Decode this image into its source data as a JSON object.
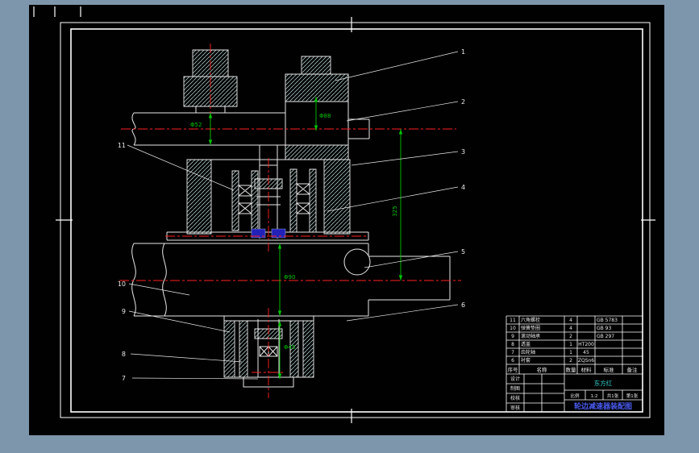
{
  "colors": {
    "background": "#7E96AC",
    "sheet": "#010101",
    "outline": "#E8E8E8",
    "hatch": "#BFE0E0",
    "centerline_red": "#FF2020",
    "dimension_green": "#00C400",
    "part_blue": "#2222B8",
    "title_blue": "#4A5CF0",
    "company_cyan": "#35D8D8"
  },
  "drawing": {
    "dimensions": {
      "shaft": "Φ52",
      "gear": "Φ88",
      "center_distance": "325",
      "axle": "Φ90",
      "hub": "Φ45"
    },
    "callouts": {
      "right": [
        "1",
        "2",
        "3",
        "4",
        "5",
        "6"
      ],
      "left": [
        "11",
        "10",
        "9",
        "8",
        "7"
      ]
    }
  },
  "parts_list": {
    "headers": [
      "序号",
      "名称",
      "数量",
      "材料",
      "标准",
      "备注"
    ],
    "rows": [
      [
        "11",
        "六角螺栓",
        "4",
        "",
        "GB 5783",
        ""
      ],
      [
        "10",
        "弹簧垫圈",
        "4",
        "",
        "GB 93",
        ""
      ],
      [
        "9",
        "滚动轴承",
        "2",
        "",
        "GB 297",
        ""
      ],
      [
        "8",
        "透盖",
        "1",
        "HT200",
        "",
        ""
      ],
      [
        "7",
        "齿轮轴",
        "1",
        "45",
        "",
        ""
      ],
      [
        "6",
        "衬套",
        "2",
        "ZQSn6",
        "",
        ""
      ]
    ]
  },
  "title_block": {
    "company": "东方红",
    "title": "轮边减速器装配图",
    "roles": [
      "设计",
      "制图",
      "校核",
      "审核"
    ],
    "scale_label": "比例",
    "scale": "1:2",
    "sheets": "共1张",
    "sheet_no": "第1张"
  }
}
